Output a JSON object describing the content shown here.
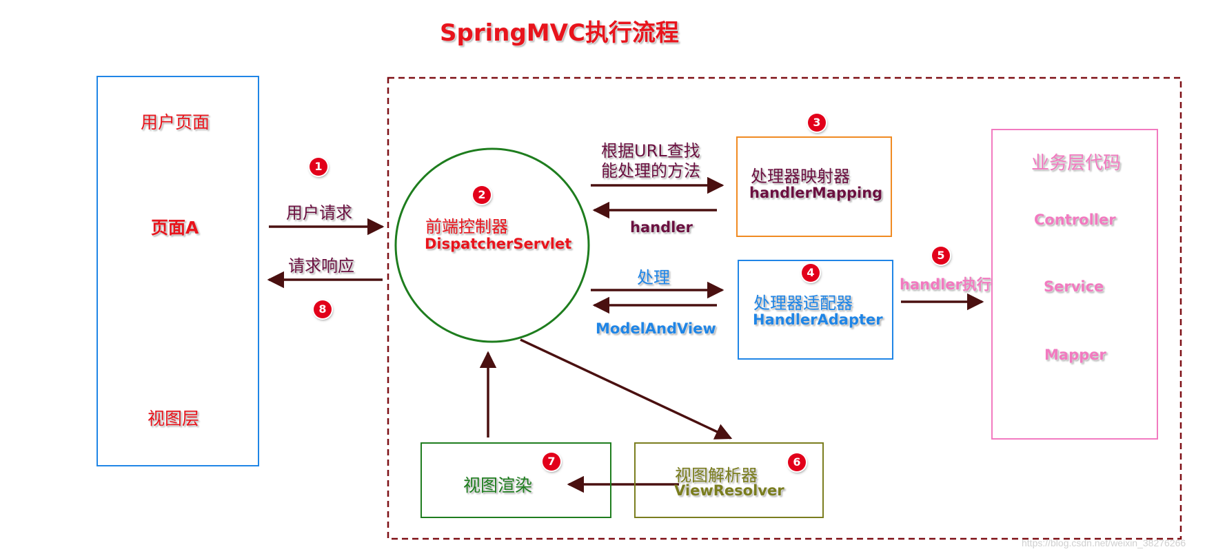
{
  "title": "SpringMVC执行流程",
  "watermark": "https://blog.csdn.net/weixin_38276266",
  "colors": {
    "title": "#e8141c",
    "user_box_border": "#1f85e6",
    "container_border": "#7d0e14",
    "circle_border": "#1e7d1e",
    "mapping_border": "#f08a21",
    "adapter_border": "#1f85e6",
    "business_border": "#f27ac0",
    "render_border": "#1e7d1e",
    "resolver_border": "#7a7d1e",
    "arrow": "#4a1010",
    "badge": "#e2001a"
  },
  "user_layer": {
    "label_top": "用户页面",
    "label_middle": "页面A",
    "label_bottom": "视图层"
  },
  "dispatcher": {
    "label_cn": "前端控制器",
    "label_en": "DispatcherServlet"
  },
  "handler_mapping": {
    "label_cn": "处理器映射器",
    "label_en": "handlerMapping"
  },
  "handler_adapter": {
    "label_cn": "处理器适配器",
    "label_en": "HandlerAdapter"
  },
  "business_layer": {
    "title": "业务层代码",
    "items": [
      "Controller",
      "Service",
      "Mapper"
    ]
  },
  "view_render": {
    "label": "视图渲染"
  },
  "view_resolver": {
    "label_cn": "视图解析器",
    "label_en": "ViewResolver"
  },
  "edges": {
    "user_request": "用户请求",
    "response": "请求响应",
    "find_line1": "根据URL查找",
    "find_line2": "能处理的方法",
    "handler_return": "handler",
    "process": "处理",
    "model_and_view": "ModelAndView",
    "handler_execute": "handler执行"
  },
  "steps": [
    "1",
    "2",
    "3",
    "4",
    "5",
    "6",
    "7",
    "8"
  ]
}
